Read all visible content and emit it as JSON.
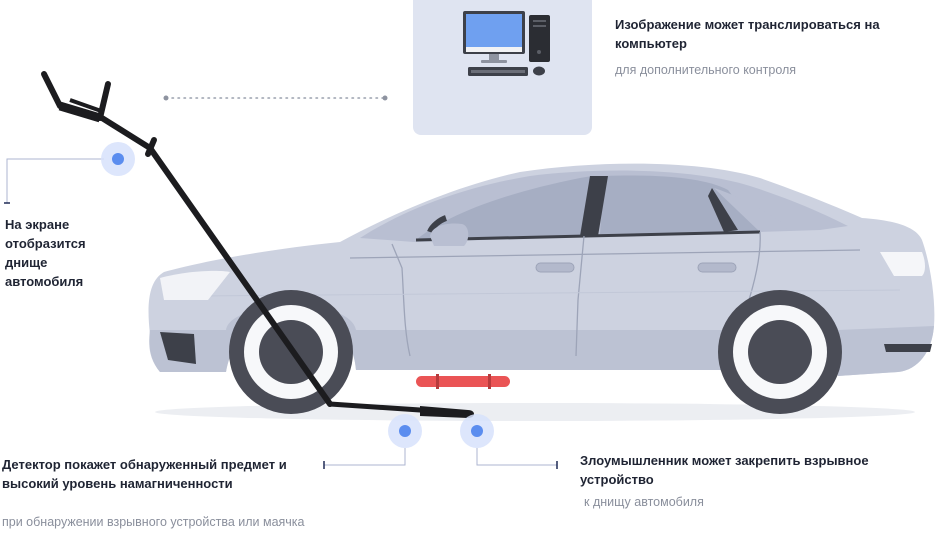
{
  "callouts": {
    "computer": {
      "title": "Изображение может транслироваться на компьютер",
      "subtitle": "для дополнительного контроля"
    },
    "screen": {
      "title": "На экране отобразится днище автомобиля"
    },
    "detector": {
      "title": "Детектор покажет обнаруженный предмет и высокий уровень намагниченности",
      "subtitle": "при обнаружении взрывного устройства или маячка"
    },
    "attacker": {
      "title": "Злоумышленник может закрепить взрывное устройство",
      "subtitle": "к днищу автомобиля"
    }
  },
  "colors": {
    "car_body": "#cdd2e0",
    "car_shade": "#b9bfd2",
    "window": "#a6aec3",
    "wheel": "#4a4c56",
    "device": "#ea5455",
    "marker": "#5b8def",
    "card": "#dfe4f1",
    "pole": "#1c1c1f"
  },
  "icons": [
    "computer-monitor-icon",
    "system-unit-icon",
    "keyboard-icon",
    "mouse-icon",
    "inspection-mirror-icon",
    "explosive-device-icon"
  ]
}
